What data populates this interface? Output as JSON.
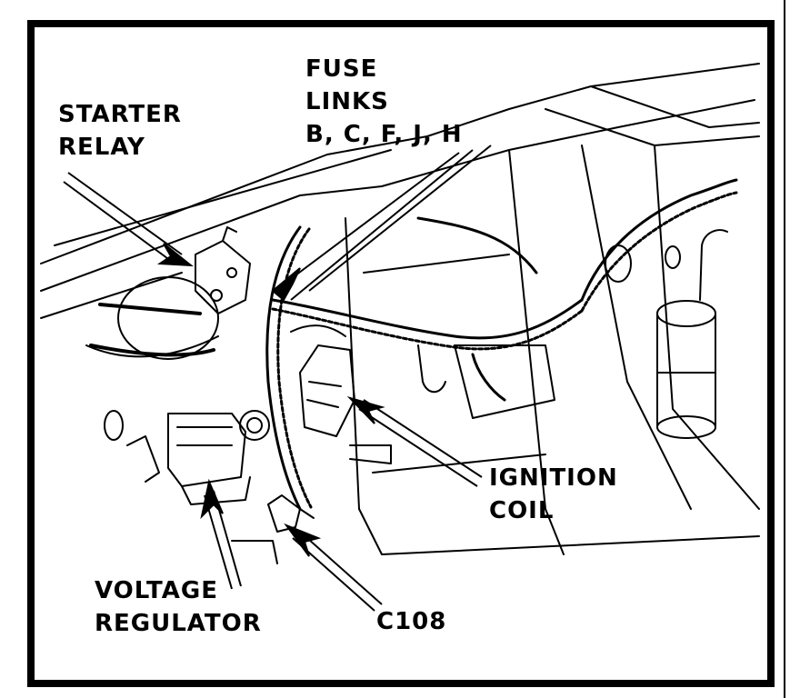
{
  "labels": {
    "fuse_links": {
      "line1": "FUSE",
      "line2": "LINKS",
      "line3": "B, C, F, J, H"
    },
    "starter_relay": {
      "line1": "STARTER",
      "line2": "RELAY"
    },
    "ignition_coil": {
      "line1": "IGNITION",
      "line2": "COIL"
    },
    "voltage_regulator": {
      "line1": "VOLTAGE",
      "line2": "REGULATOR"
    },
    "connector": "C108"
  },
  "colors": {
    "ink": "#000000",
    "paper": "#ffffff"
  }
}
